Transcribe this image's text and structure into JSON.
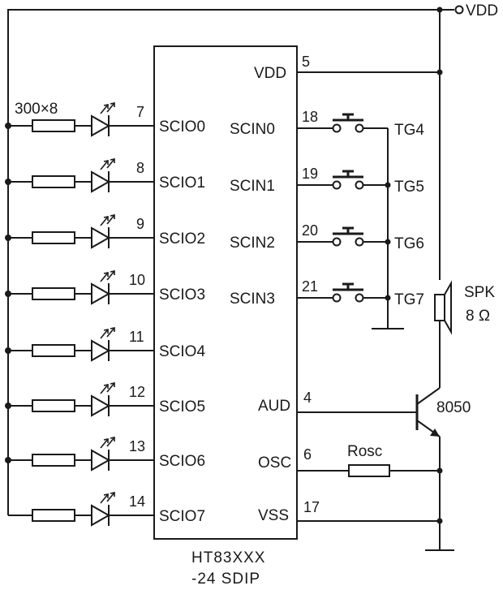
{
  "power": {
    "vdd_label": "VDD"
  },
  "chip": {
    "part": "HT83XXX",
    "package": "-24 SDIP",
    "left_pins": [
      {
        "name": "SCIO0",
        "pin": "7"
      },
      {
        "name": "SCIO1",
        "pin": "8"
      },
      {
        "name": "SCIO2",
        "pin": "9"
      },
      {
        "name": "SCIO3",
        "pin": "10"
      },
      {
        "name": "SCIO4",
        "pin": "11"
      },
      {
        "name": "SCIO5",
        "pin": "12"
      },
      {
        "name": "SCIO6",
        "pin": "13"
      },
      {
        "name": "SCIO7",
        "pin": "14"
      }
    ],
    "vdd_pin": {
      "name": "VDD",
      "pin": "5"
    },
    "scin_pins": [
      {
        "name": "SCIN0",
        "pin": "18",
        "trigger": "TG4"
      },
      {
        "name": "SCIN1",
        "pin": "19",
        "trigger": "TG5"
      },
      {
        "name": "SCIN2",
        "pin": "20",
        "trigger": "TG6"
      },
      {
        "name": "SCIN3",
        "pin": "21",
        "trigger": "TG7"
      }
    ],
    "aud_pin": {
      "name": "AUD",
      "pin": "4"
    },
    "osc_pin": {
      "name": "OSC",
      "pin": "6"
    },
    "vss_pin": {
      "name": "VSS",
      "pin": "17"
    }
  },
  "resistor_array_label": "300×8",
  "rosc_label": "Rosc",
  "speaker": {
    "name": "SPK",
    "impedance": "8 Ω"
  },
  "transistor_label": "8050"
}
